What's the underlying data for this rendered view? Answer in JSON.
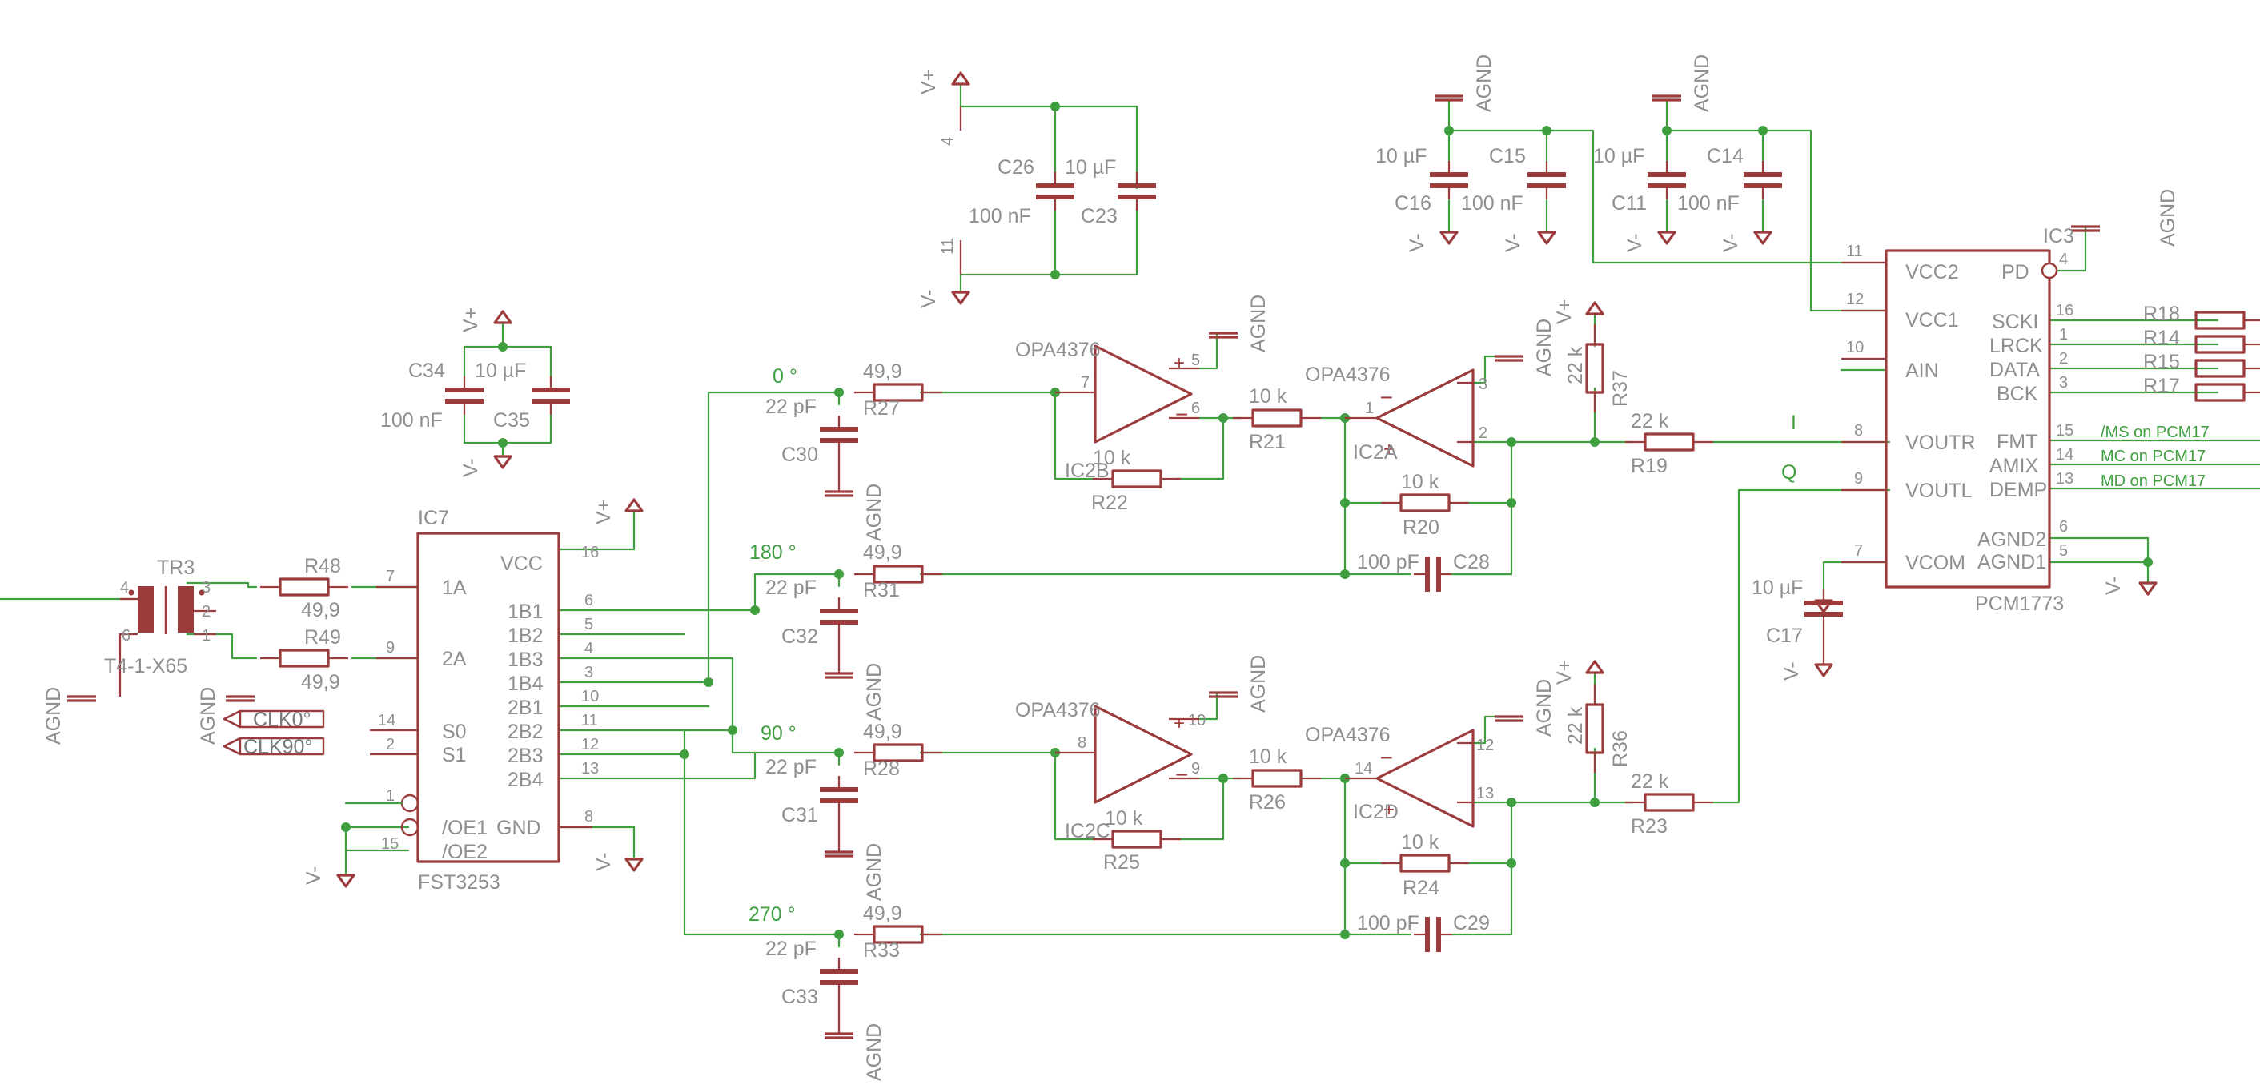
{
  "schematic": {
    "colors": {
      "wire": "#3f9f3f",
      "part": "#9b3b3b",
      "text": "#8f8f8f"
    },
    "power": {
      "vplus": "V+",
      "vminus": "V-",
      "agnd": "AGND"
    },
    "ic7": {
      "name": "IC7",
      "value": "FST3253",
      "pins": {
        "vcc": "VCC",
        "a1": "1A",
        "a2": "2A",
        "s0": "S0",
        "s1": "S1",
        "oe1": "/OE1",
        "oe2": "/OE2",
        "gnd": "GND",
        "b11": "1B1",
        "b12": "1B2",
        "b13": "1B3",
        "b14": "1B4",
        "b21": "2B1",
        "b22": "2B2",
        "b23": "2B3",
        "b24": "2B4"
      }
    },
    "tr3": {
      "name": "TR3",
      "value": "T4-1-X65"
    },
    "clk0": "CLK0°",
    "clk90": "CLK90°",
    "phases": {
      "p0": "0 °",
      "p180": "180 °",
      "p90": "90 °",
      "p270": "270 °"
    },
    "ic3": {
      "name": "IC3",
      "value": "PCM1773",
      "pins": {
        "vcc2": "VCC2",
        "vcc1": "VCC1",
        "ain": "AIN",
        "voutr": "VOUTR",
        "voutl": "VOUTL",
        "vcom": "VCOM",
        "pd": "PD",
        "scki": "SCKI",
        "lrck": "LRCK",
        "data": "DATA",
        "bck": "BCK",
        "fmt": "FMT",
        "amix": "AMIX",
        "demp": "DEMP",
        "agnd2": "AGND2",
        "agnd1": "AGND1"
      }
    },
    "opamp": "OPA4376",
    "signals": {
      "i": "I",
      "q": "Q",
      "ms": "/MS on PCM17",
      "mc": "MC on PCM17",
      "md": "MD on PCM17"
    },
    "values": {
      "v499": "49,9",
      "v22p": "22 pF",
      "v10k": "10 k",
      "v22k": "22 k",
      "v100p": "100 pF",
      "v10u": "10 µF",
      "v100n": "100 nF"
    },
    "refs": {
      "r48": "R48",
      "r49": "R49",
      "r27": "R27",
      "r31": "R31",
      "r28": "R28",
      "r33": "R33",
      "r21": "R21",
      "r22": "R22",
      "r20": "R20",
      "r26": "R26",
      "r25": "R25",
      "r24": "R24",
      "r37": "R37",
      "r36": "R36",
      "r19": "R19",
      "r23": "R23",
      "r18": "R18",
      "r14": "R14",
      "r15": "R15",
      "r17": "R17",
      "c30": "C30",
      "c32": "C32",
      "c31": "C31",
      "c33": "C33",
      "c28": "C28",
      "c29": "C29",
      "c34": "C34",
      "c35": "C35",
      "c26": "C26",
      "c23": "C23",
      "c16": "C16",
      "c15": "C15",
      "c11": "C11",
      "c14": "C14",
      "c17": "C17",
      "ic2a": "IC2A",
      "ic2b": "IC2B",
      "ic2c": "IC2C",
      "ic2d": "IC2D"
    }
  }
}
